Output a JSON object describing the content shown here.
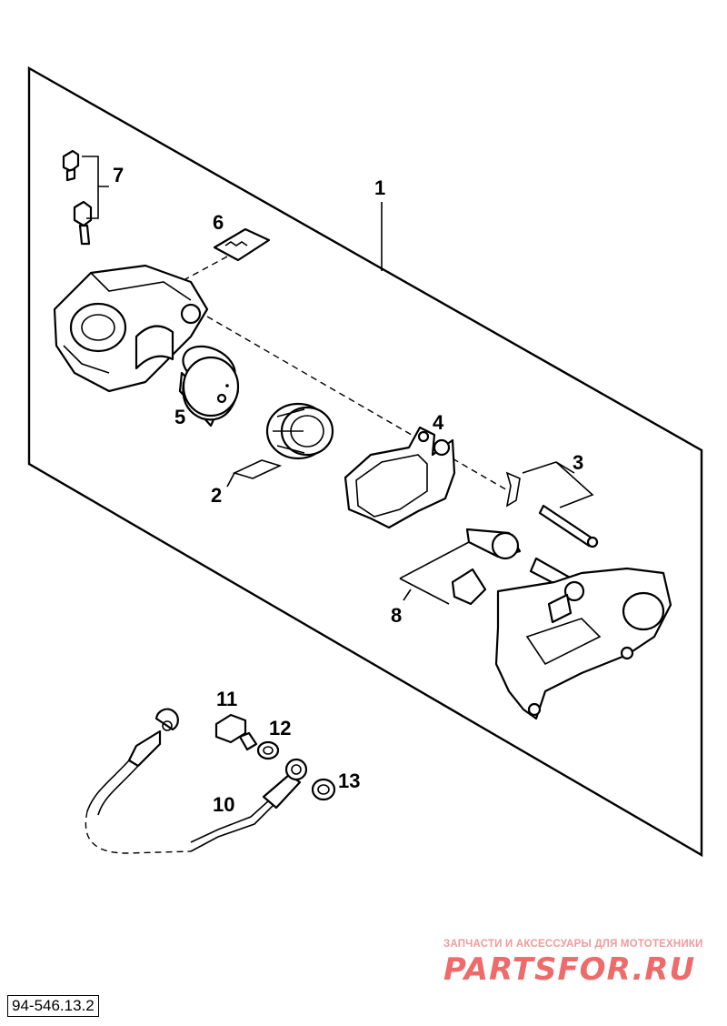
{
  "diagram": {
    "callouts": {
      "c1": "1",
      "c2": "2",
      "c3": "3",
      "c4": "4",
      "c5": "5",
      "c6": "6",
      "c7": "7",
      "c8": "8",
      "c10": "10",
      "c11": "11",
      "c12": "12",
      "c13": "13"
    },
    "reference_code": "94-546.13.2"
  },
  "watermark": {
    "tagline": "ЗАПЧАСТИ И АКСЕССУАРЫ ДЛЯ МОТОТЕХНИКИ",
    "logo": "PARTSFOR.RU"
  }
}
